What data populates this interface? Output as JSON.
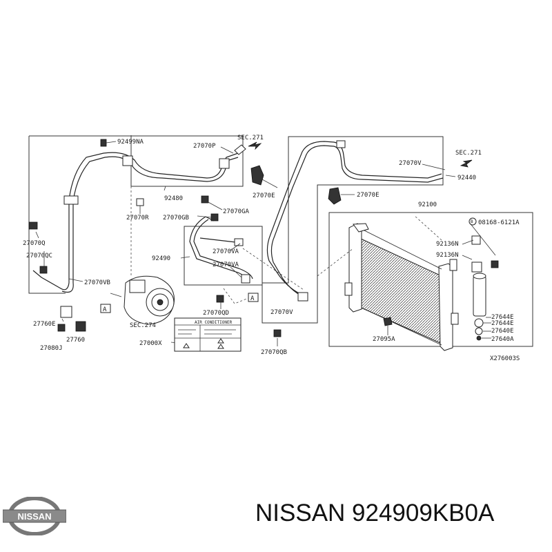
{
  "brand": {
    "logo_text": "NISSAN",
    "caption": "NISSAN 924909KB0A"
  },
  "diagram": {
    "drawing_code": "X276003S",
    "section_refs": {
      "sec271_left": "SEC.271",
      "sec271_right": "SEC.271",
      "sec274": "SEC.274"
    },
    "callout_marker": "A",
    "labels": {
      "l92499NA": "92499NA",
      "l27070P": "27070P",
      "l92480": "92480",
      "l27070R": "27070R",
      "l27070GA": "27070GA",
      "l27070GB": "27070GB",
      "l27070Q": "27070Q",
      "l27070QC": "27070QC",
      "l27070VB": "27070VB",
      "l92490": "92490",
      "l27070VA_1": "27070VA",
      "l27070VA_2": "27070VA",
      "l27070QD": "27070QD",
      "l27760E": "27760E",
      "l27760": "27760",
      "l27080J": "27080J",
      "l27000X": "27000X",
      "l27070QB": "27070QB",
      "l27070E_1": "27070E",
      "l27070E_2": "27070E",
      "l27070V_1": "27070V",
      "l27070V_2": "27070V",
      "l92440": "92440",
      "l92100": "92100",
      "l08168": "08168-6121A",
      "l08168_mark": "B",
      "l92136N_1": "92136N",
      "l92136N_2": "92136N",
      "l27095A": "27095A",
      "l27644E_1": "27644E",
      "l27644E_2": "27644E",
      "l27640E": "27640E",
      "l27640A": "27640A"
    },
    "ac_table": {
      "header": "AIR CONDITIONER"
    }
  }
}
